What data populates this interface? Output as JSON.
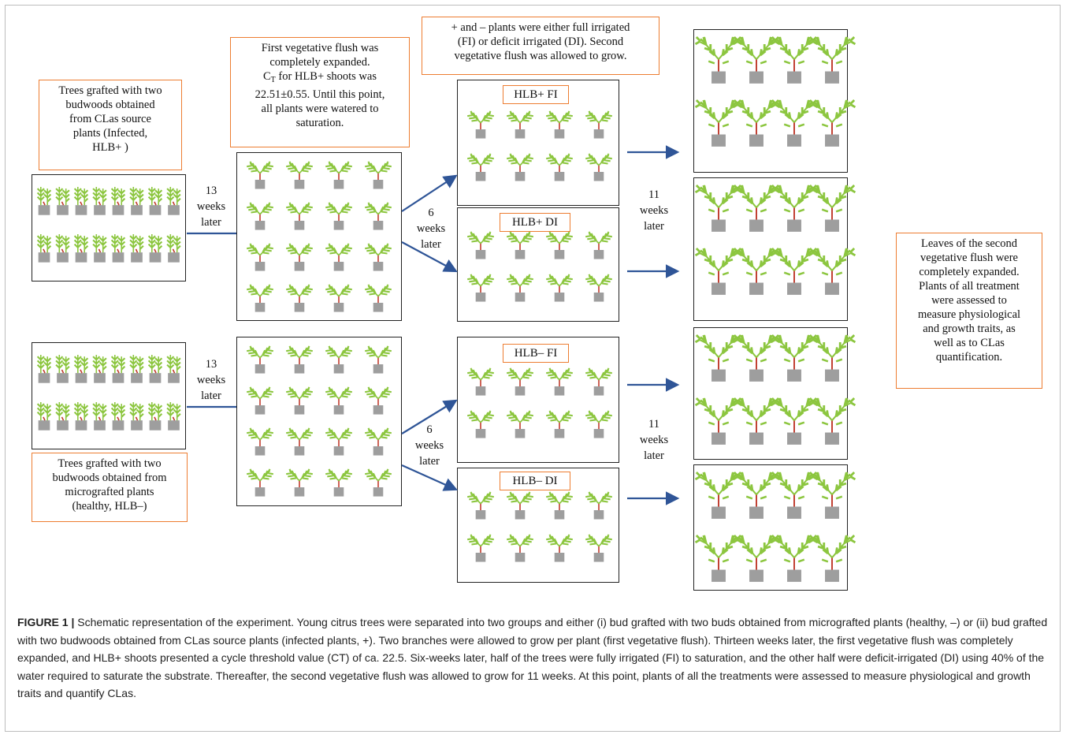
{
  "notes": {
    "healthy_source_top": "Trees grafted with two budwoods obtained from CLas source plants (Infected, HLB+ )",
    "healthy_source_top_lines": [
      "Trees grafted with two",
      "budwoods obtained",
      "from CLas source",
      "plants (Infected,",
      "HLB+ )"
    ],
    "first_flush_lines": [
      "First vegetative flush was",
      "completely expanded.",
      "HLB+ shoots was",
      "22.51±0.55. Until this point,",
      "all plants were watered to",
      "saturation."
    ],
    "ct_prefix": "C",
    "ct_subscript": "T",
    "ct_suffix": " for HLB+ shoots was",
    "irrigation_lines": [
      "+ and – plants were either full irrigated",
      "(FI) or deficit irrigated (DI). Second",
      "vegetative flush was allowed to grow."
    ],
    "micrografted_lines": [
      "Trees grafted with two",
      "budwoods obtained from",
      "micrografted plants",
      "(healthy,  HLB–)"
    ],
    "final_lines": [
      "Leaves of the second",
      "vegetative flush were",
      "completely expanded.",
      "Plants of all treatment",
      "were assessed to",
      "measure physiological",
      "and growth traits, as",
      "well as to CLas",
      "quantification."
    ]
  },
  "treatments": {
    "hlb_pos_fi": "HLB+ FI",
    "hlb_pos_di": "HLB+ DI",
    "hlb_neg_fi": "HLB– FI",
    "hlb_neg_di": "HLB– DI"
  },
  "intervals": {
    "thirteen_top": [
      "13",
      "weeks",
      "later"
    ],
    "thirteen_bottom": [
      "13",
      "weeks",
      "later"
    ],
    "six_top": [
      "6",
      "weeks",
      "later"
    ],
    "six_bottom": [
      "6",
      "weeks",
      "later"
    ],
    "eleven_top": [
      "11",
      "weeks",
      "later"
    ],
    "eleven_bottom": [
      "11",
      "weeks",
      "later"
    ]
  },
  "caption": {
    "label": "FIGURE 1 |",
    "text": " Schematic representation of the experiment. Young citrus trees were separated into two groups and either (i) bud grafted with two buds obtained from micrografted plants (healthy, –) or (ii) bud grafted with two budwoods obtained from CLas source plants (infected plants, +). Two branches were allowed to grow per plant (first vegetative flush). Thirteen weeks later, the first vegetative flush was completely expanded, and HLB+ shoots presented a cycle threshold value (CT) of ca. 22.5. Six-weeks later, half of the trees were fully irrigated (FI) to saturation, and the other half were deficit-irrigated (DI) using 40% of the water required to saturate the substrate. Thereafter, the second vegetative flush was allowed to grow for 11 weeks. At this point, plants of all the treatments were assessed to measure physiological and growth traits and quantify CLas."
  },
  "colors": {
    "note_border": "#ed7d31",
    "arrow": "#2f5597",
    "leaf": "#8cc63f",
    "pot": "#9e9e9e",
    "stem": "#c0392b"
  }
}
